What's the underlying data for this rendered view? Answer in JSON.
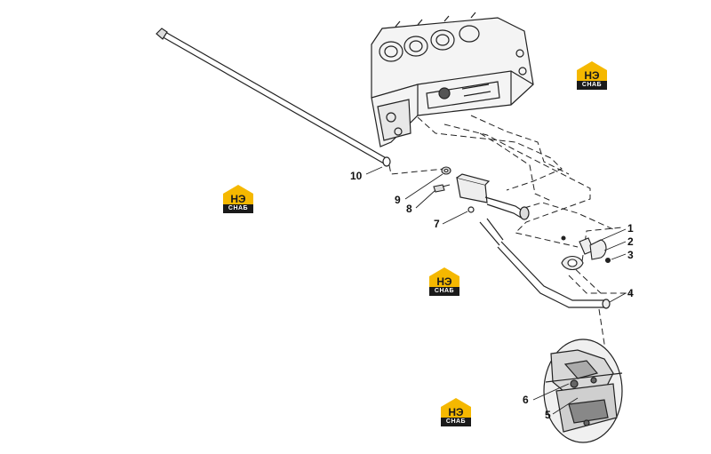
{
  "callouts": [
    "1",
    "2",
    "3",
    "4",
    "5",
    "6",
    "7",
    "8",
    "9",
    "10"
  ],
  "watermark": {
    "mark": "HЭ",
    "word": "CHAБ",
    "colors": {
      "yellow": "#f5b800",
      "black": "#1a1a1a"
    }
  },
  "colors": {
    "line": "#222222",
    "ink": "#111111"
  }
}
